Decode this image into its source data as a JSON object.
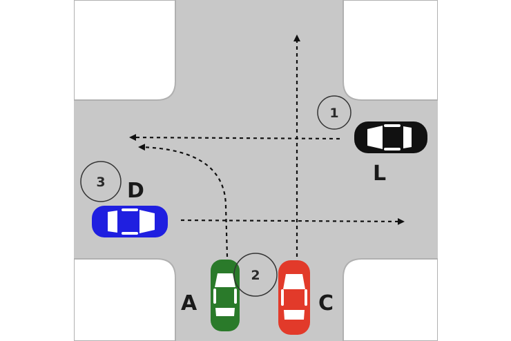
{
  "colors": {
    "road": "#c8c8c8",
    "curb": "#ffffff",
    "curb_outline": "#a9a9a9",
    "background": "#ffffff",
    "arrow": "#111111",
    "car_black": "#111111",
    "car_blue": "#1f1fe0",
    "car_green": "#2a7a2a",
    "car_red": "#e23a2a",
    "window": "#ffffff"
  },
  "cars": {
    "L": {
      "label": "L",
      "color": "black",
      "facing": "west"
    },
    "D": {
      "label": "D",
      "color": "blue",
      "facing": "east"
    },
    "A": {
      "label": "A",
      "color": "green",
      "facing": "north"
    },
    "C": {
      "label": "C",
      "color": "red",
      "facing": "north"
    }
  },
  "order_markers": {
    "one": {
      "number": "1",
      "car": "L"
    },
    "two": {
      "number": "2",
      "cars": [
        "A",
        "C"
      ]
    },
    "three": {
      "number": "3",
      "car": "D"
    }
  },
  "paths": {
    "L": "straight-west",
    "D": "straight-east",
    "A": "left-turn-west",
    "C": "straight-north"
  }
}
